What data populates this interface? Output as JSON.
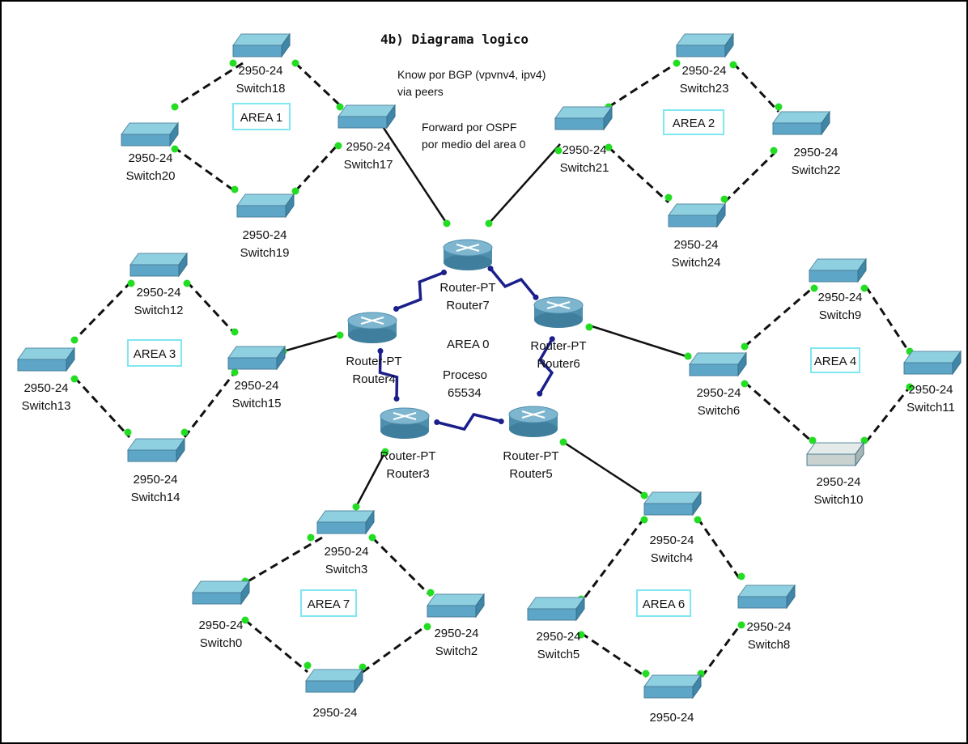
{
  "title": "4b) Diagrama logico",
  "notes": {
    "bgp_line1": "Know por BGP (vpvnv4, ipv4)",
    "bgp_line2": "via peers",
    "ospf_line1": "Forward por OSPF",
    "ospf_line2": "por medio del area 0"
  },
  "center": {
    "area": "AREA 0",
    "process_label": "Proceso",
    "process_id": "65534"
  },
  "areas": [
    "AREA 1",
    "AREA 2",
    "AREA 3",
    "AREA 4",
    "AREA 6",
    "AREA 7"
  ],
  "routers": [
    {
      "model": "Router-PT",
      "name": "Router7"
    },
    {
      "model": "Router-PT",
      "name": "Router4"
    },
    {
      "model": "Router-PT",
      "name": "Router6"
    },
    {
      "model": "Router-PT",
      "name": "Router3"
    },
    {
      "model": "Router-PT",
      "name": "Router5"
    }
  ],
  "switches": [
    {
      "model": "2950-24",
      "name": "Switch18"
    },
    {
      "model": "2950-24",
      "name": "Switch20"
    },
    {
      "model": "2950-24",
      "name": "Switch17"
    },
    {
      "model": "2950-24",
      "name": "Switch19"
    },
    {
      "model": "2950-24",
      "name": "Switch23"
    },
    {
      "model": "2950-24",
      "name": "Switch21"
    },
    {
      "model": "2950-24",
      "name": "Switch22"
    },
    {
      "model": "2950-24",
      "name": "Switch24"
    },
    {
      "model": "2950-24",
      "name": "Switch12"
    },
    {
      "model": "2950-24",
      "name": "Switch13"
    },
    {
      "model": "2950-24",
      "name": "Switch15"
    },
    {
      "model": "2950-24",
      "name": "Switch14"
    },
    {
      "model": "2950-24",
      "name": "Switch9"
    },
    {
      "model": "2950-24",
      "name": "Switch6"
    },
    {
      "model": "2950-24",
      "name": "Switch11"
    },
    {
      "model": "2950-24",
      "name": "Switch10"
    },
    {
      "model": "2950-24",
      "name": "Switch3"
    },
    {
      "model": "2950-24",
      "name": "Switch0"
    },
    {
      "model": "2950-24",
      "name": "Switch2"
    },
    {
      "model": "2950-24",
      "name": ""
    },
    {
      "model": "2950-24",
      "name": "Switch4"
    },
    {
      "model": "2950-24",
      "name": "Switch5"
    },
    {
      "model": "2950-24",
      "name": "Switch8"
    },
    {
      "model": "2950-24",
      "name": ""
    }
  ],
  "colors": {
    "switch_top": "#8ecfe0",
    "switch_front": "#5ea6c8",
    "switch_gray_top": "#e4ebe8",
    "router": "#7fb6cf",
    "serial_link": "#1b1f8a",
    "ethernet_link": "#111111",
    "link_dot": "#22dd22",
    "area_box": "#7fe7f0"
  }
}
